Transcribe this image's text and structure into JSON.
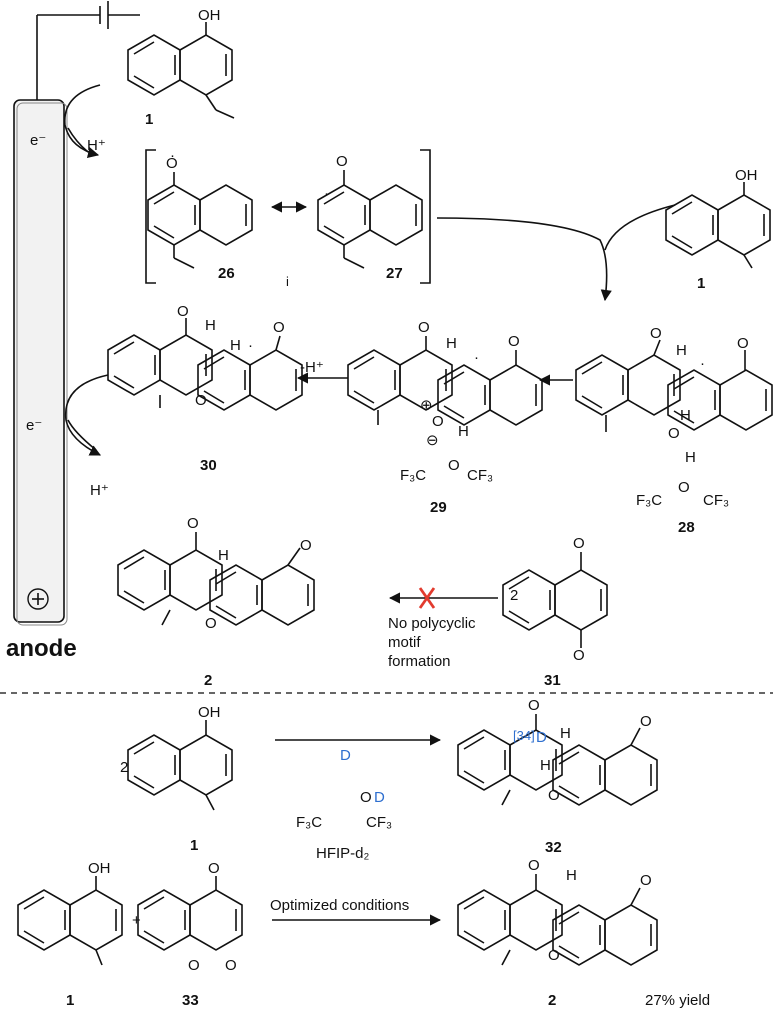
{
  "electrode": {
    "label": "anode",
    "electron": "e⁻",
    "proton": "H⁺",
    "sign": "+"
  },
  "compounds": {
    "c1": "1",
    "c26": "26",
    "c27": "27",
    "c28": "28",
    "c29": "29",
    "c30": "30",
    "c2": "2",
    "c31": "31",
    "c32": "32",
    "c33": "33"
  },
  "atoms": {
    "oh": "OH",
    "o": "O",
    "h": "H",
    "d": "D",
    "f3c": "F₃C",
    "cf3": "CF₃",
    "dot": "·",
    "plus": "⊕",
    "minus": "⊖",
    "deprot": "-H⁺",
    "ref34": "[34]",
    "i_mark": "i",
    "two": "2"
  },
  "labels": {
    "no_motif": [
      "No polycyclic",
      "motif",
      "formation"
    ],
    "hfip": "HFIP-d₂",
    "optimized": "Optimized conditions",
    "yield": "27% yield",
    "plus_sign": "+"
  },
  "colors": {
    "ink": "#111111",
    "deuterium": "#2e6fcf",
    "cross": "#e23b2e"
  }
}
